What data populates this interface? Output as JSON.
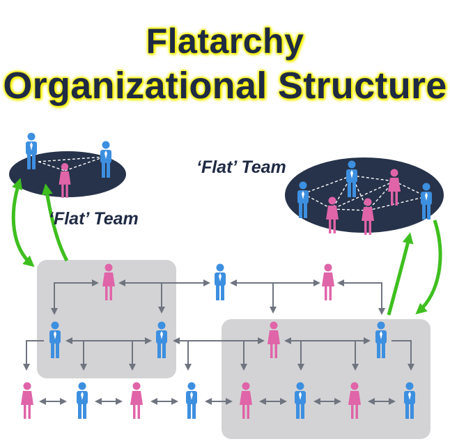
{
  "title": {
    "line1": "Flatarchy",
    "line2": "Organizational Structure"
  },
  "labels": {
    "flat_team_right": "‘Flat’ Team",
    "flat_team_left": "‘Flat’ Team"
  },
  "colors": {
    "male": "#3d8fe0",
    "female": "#e064a8",
    "team_ellipse": "#27334a",
    "group_box": "#d3d3d5",
    "arrow_gray": "#6f7480",
    "feedback_arrow": "#3fbf1f",
    "title_text": "#1f2a44",
    "title_glow": "#f4f000"
  },
  "icons": {
    "male": "male-person-icon",
    "female": "female-person-icon"
  }
}
